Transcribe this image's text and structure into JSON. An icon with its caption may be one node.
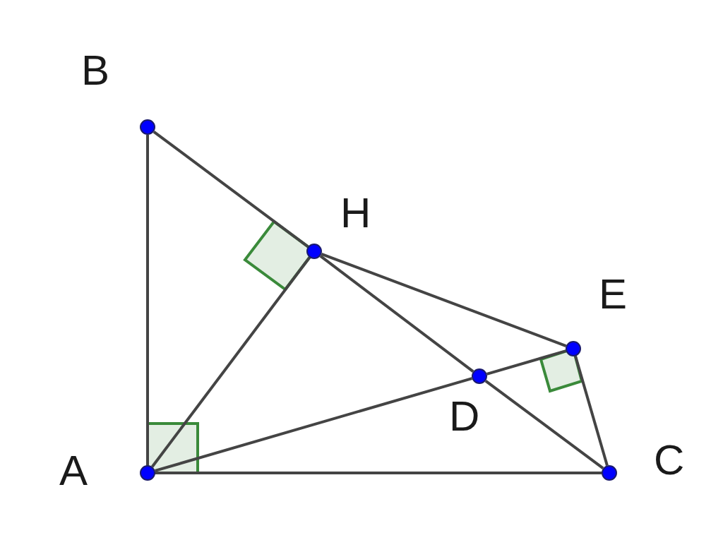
{
  "diagram": {
    "nodes": [
      {
        "text": [
          "B"
        ]
      },
      {
        "text": [
          "H"
        ]
      },
      {
        "text": [
          "E"
        ]
      },
      {
        "text": [
          "D"
        ]
      },
      {
        "text": [
          "A"
        ]
      },
      {
        "text": [
          "C"
        ]
      }
    ],
    "edges": [
      {
        "from": 4,
        "to": 0,
        "arrow": "none"
      },
      {
        "from": 0,
        "to": 1,
        "arrow": "none"
      },
      {
        "from": 1,
        "to": 3,
        "arrow": "none"
      },
      {
        "from": 3,
        "to": 5,
        "arrow": "none"
      },
      {
        "from": 4,
        "to": 1,
        "arrow": "none"
      },
      {
        "from": 4,
        "to": 3,
        "arrow": "none"
      },
      {
        "from": 3,
        "to": 2,
        "arrow": "none"
      },
      {
        "from": 1,
        "to": 2,
        "arrow": "none"
      },
      {
        "from": 2,
        "to": 5,
        "arrow": "none"
      },
      {
        "from": 4,
        "to": 5,
        "arrow": "none"
      }
    ]
  }
}
